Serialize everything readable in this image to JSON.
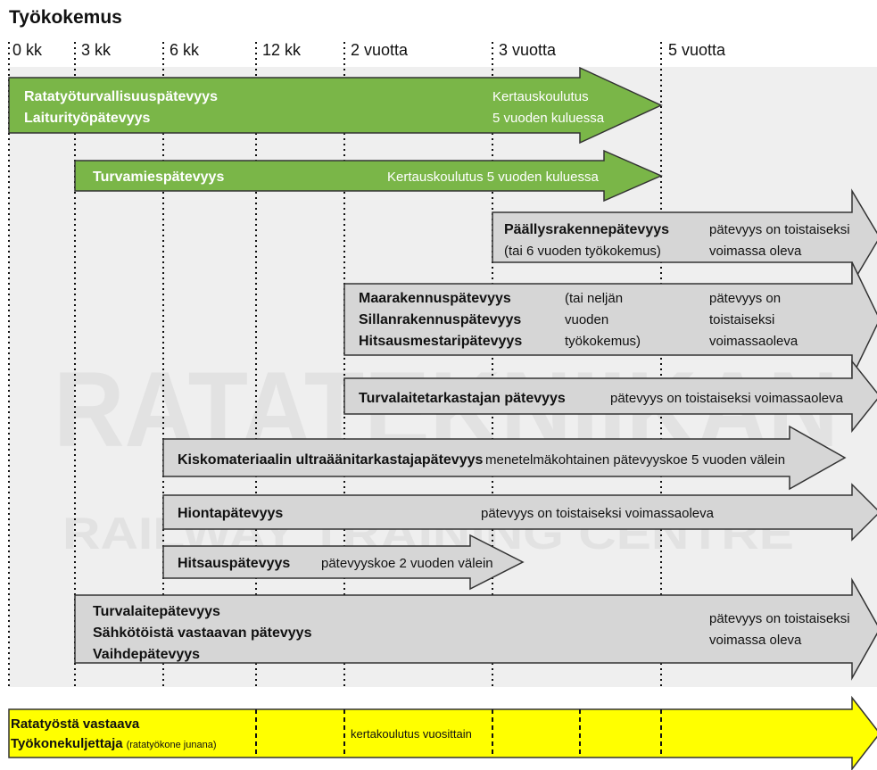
{
  "title": "Työkokemus",
  "timeline": {
    "labels": [
      "0 kk",
      "3 kk",
      "6 kk",
      "12 kk",
      "2 vuotta",
      "3 vuotta",
      "5 vuotta"
    ]
  },
  "colors": {
    "green": "#7ab648",
    "grey": "#d6d6d6",
    "yellow": "#ffff00",
    "stroke": "#333333",
    "background_band": "#efefef",
    "watermark": "#e2e2e2"
  },
  "watermark": {
    "line1": "RATATEKNIIKAN",
    "line2": "RAILWAY TRAINING CENTRE"
  },
  "arrows": {
    "ratatyo": {
      "line1": "Ratatyöturvallisuuspätevyys",
      "line2": "Laiturityöpätevyys",
      "note1": "Kertauskoulutus",
      "note2": "5 vuoden kuluessa"
    },
    "turvamies": {
      "line1": "Turvamiespätevyys",
      "note1": "Kertauskoulutus 5 vuoden kuluessa"
    },
    "paallys": {
      "line1": "Päällysrakennepätevyys",
      "line2": "(tai 6 vuoden työkokemus)",
      "note1": "pätevyys on toistaiseksi",
      "note2": "voimassa oleva"
    },
    "maarakennus": {
      "line1": "Maarakennuspätevyys",
      "line2": "Sillanrakennuspätevyys",
      "line3": "Hitsausmestaripätevyys",
      "mid1": "(tai neljän",
      "mid2": "vuoden",
      "mid3": "työkokemus)",
      "note1": "pätevyys on",
      "note2": "toistaiseksi",
      "note3": "voimassaoleva"
    },
    "turvalaitetarkastaja": {
      "line1": "Turvalaitetarkastajan pätevyys",
      "note1": "pätevyys on toistaiseksi voimassaoleva"
    },
    "kiskomateriaali": {
      "line1": "Kiskomateriaalin ultraäänitarkastajapätevyys",
      "note1": "menetelmäkohtainen pätevyyskoe 5 vuoden välein"
    },
    "hionta": {
      "line1": "Hiontapätevyys",
      "note1": "pätevyys on toistaiseksi voimassaoleva"
    },
    "hitsaus": {
      "line1": "Hitsauspätevyys",
      "note1": "pätevyyskoe 2 vuoden välein"
    },
    "turvalaite": {
      "line1": "Turvalaitepätevyys",
      "line2": "Sähkötöistä vastaavan pätevyys",
      "line3": "Vaihdepätevyys",
      "note1": "pätevyys on toistaiseksi",
      "note2": "voimassa oleva"
    },
    "yellow": {
      "line1": "Ratatyöstä vastaava",
      "line2": "Työkonekuljettaja",
      "line2_small": "(ratatyökone junana)",
      "note1": "kertakoulutus vuosittain"
    }
  }
}
